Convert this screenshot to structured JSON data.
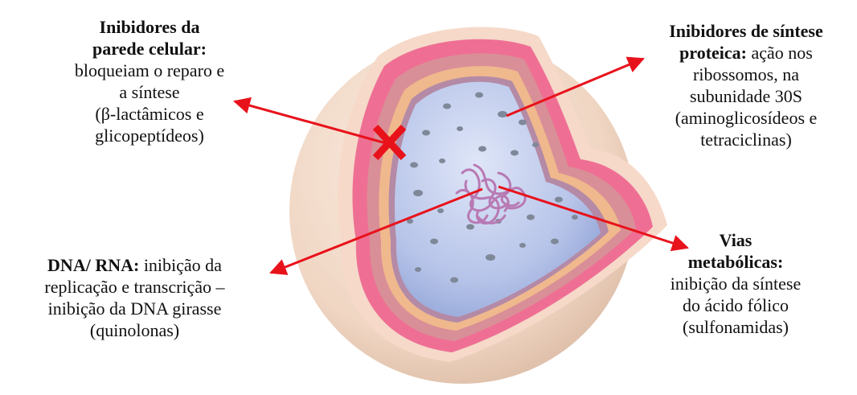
{
  "labels": {
    "cell_wall": {
      "title_line1": "Inibidores da",
      "title_line2": "parede celular:",
      "line3": "bloqueiam o reparo e",
      "line4": "a síntese",
      "line5": "(β-lactâmicos e",
      "line6": "glicopeptídeos)"
    },
    "protein_synthesis": {
      "title_line1": "Inibidores de síntese",
      "title_line2": "proteica:",
      "line2_rest": " ação nos",
      "line3": "ribossomos, na",
      "line4": "subunidade 30S",
      "line5": "(aminoglicosídeos e",
      "line6": "tetraciclinas)"
    },
    "dna_rna": {
      "title": "DNA/ RNA:",
      "line1_rest": " inibição da",
      "line2": "replicação e transcrição –",
      "line3": "inibição da DNA girasse",
      "line4": "(quinolonas)"
    },
    "metabolic": {
      "title_line1": "Vias",
      "title_line2": "metabólicas:",
      "line3": "inibição da síntese",
      "line4": "do ácido fólico",
      "line5": "(sulfonamidas)"
    }
  },
  "colors": {
    "arrow": "#e8121b",
    "outer_sphere": "#f2d9c8",
    "pink_layer": "#ef6f94",
    "rose_layer": "#d98f97",
    "peach_layer": "#f0b88d",
    "cytoplasm": "#b9c6ea",
    "dna": "#b87ab4",
    "ribosome": "#7f8898"
  },
  "icons": {
    "cell_wall_block": "x-mark-icon",
    "cell": "bacterial-cell-cutaway-icon"
  }
}
